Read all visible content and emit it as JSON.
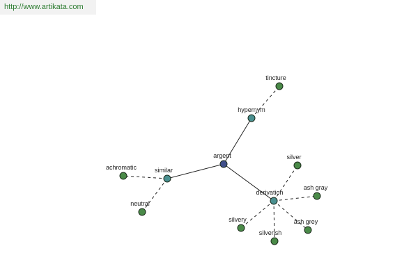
{
  "header": {
    "url": "http://www.artikata.com"
  },
  "colors": {
    "center": "#3f4e8a",
    "relation": "#4a9090",
    "leaf": "#4a8a48"
  },
  "nodes": [
    {
      "id": "argent",
      "label": "argent",
      "kind": "center"
    },
    {
      "id": "hypernym",
      "label": "hypernym",
      "kind": "relation"
    },
    {
      "id": "tincture",
      "label": "tincture",
      "kind": "leaf"
    },
    {
      "id": "similar",
      "label": "similar",
      "kind": "relation"
    },
    {
      "id": "achromatic",
      "label": "achromatic",
      "kind": "leaf"
    },
    {
      "id": "neutral",
      "label": "neutral",
      "kind": "leaf"
    },
    {
      "id": "derivation",
      "label": "derivation",
      "kind": "relation"
    },
    {
      "id": "silver",
      "label": "silver",
      "kind": "leaf"
    },
    {
      "id": "ash-gray",
      "label": "ash gray",
      "kind": "leaf"
    },
    {
      "id": "ash-grey",
      "label": "ash grey",
      "kind": "leaf"
    },
    {
      "id": "silverish",
      "label": "silverish",
      "kind": "leaf"
    },
    {
      "id": "silvery",
      "label": "silvery",
      "kind": "leaf"
    }
  ],
  "edges": [
    {
      "from": "argent",
      "to": "hypernym",
      "style": "solid"
    },
    {
      "from": "argent",
      "to": "similar",
      "style": "solid"
    },
    {
      "from": "argent",
      "to": "derivation",
      "style": "solid"
    },
    {
      "from": "hypernym",
      "to": "tincture",
      "style": "dashed"
    },
    {
      "from": "similar",
      "to": "achromatic",
      "style": "dashed"
    },
    {
      "from": "similar",
      "to": "neutral",
      "style": "dashed"
    },
    {
      "from": "derivation",
      "to": "silver",
      "style": "dashed"
    },
    {
      "from": "derivation",
      "to": "ash-gray",
      "style": "dashed"
    },
    {
      "from": "derivation",
      "to": "ash-grey",
      "style": "dashed"
    },
    {
      "from": "derivation",
      "to": "silverish",
      "style": "dashed"
    },
    {
      "from": "derivation",
      "to": "silvery",
      "style": "dashed"
    }
  ]
}
